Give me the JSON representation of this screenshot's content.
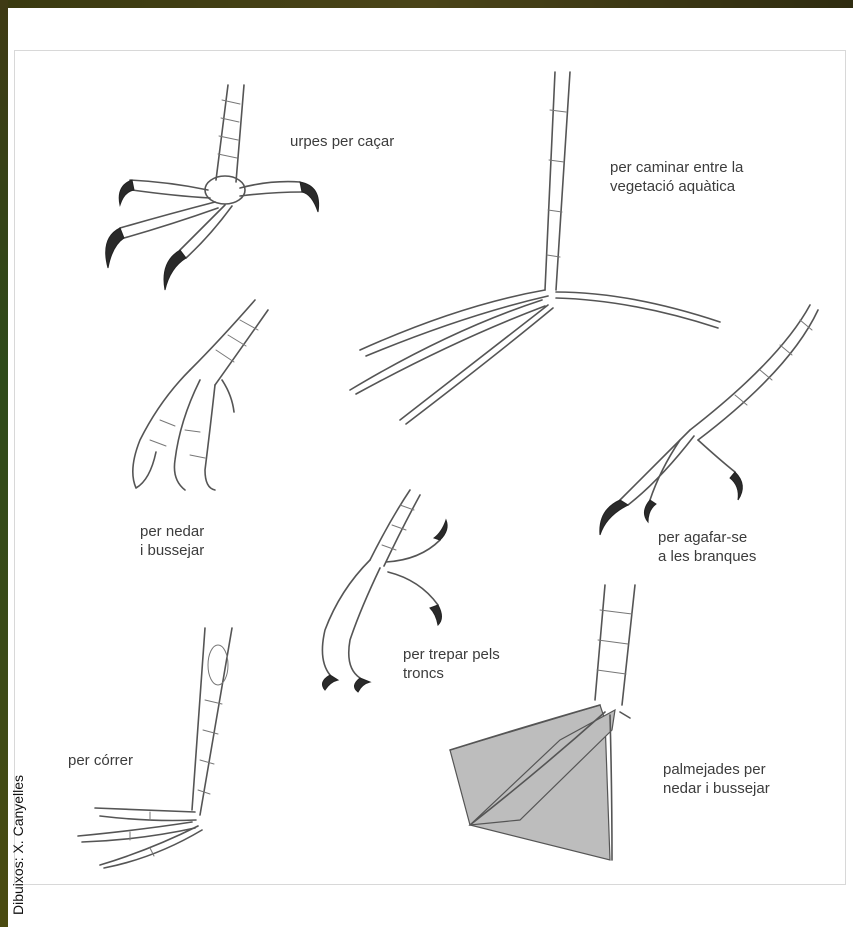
{
  "labels": {
    "hunting": "urpes per caçar",
    "wading": "per caminar entre la\nvegetació aquàtica",
    "swim_dive": "per nedar\ni bussejar",
    "perching": "per agafar-se\na les branques",
    "climbing": "per trepar pels\ntroncs",
    "running": "per córrer",
    "webbed": "palmejades per\nnedar i bussejar"
  },
  "credit": "Dibuixos: X. Canyelles",
  "colors": {
    "frame": "#3a3a10",
    "ink": "#555555",
    "text": "#3c3c3c"
  },
  "icons": [
    "raptor-foot-icon",
    "heron-foot-icon",
    "grebe-foot-icon",
    "perching-foot-icon",
    "woodpecker-foot-icon",
    "ostrich-foot-icon",
    "duck-foot-icon"
  ]
}
